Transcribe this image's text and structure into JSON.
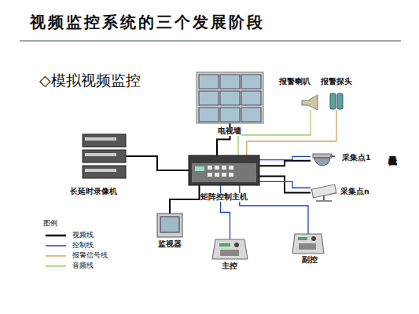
{
  "diagram": {
    "title": "视频监控系统的三个发展阶段",
    "nodes": [
      {
        "text": [
          "电视墙"
        ]
      },
      {
        "text": [
          "报警喇叭"
        ]
      },
      {
        "text": [
          "报警探头"
        ]
      },
      {
        "text": [
          "长延时录像机"
        ]
      },
      {
        "text": [
          "矩阵控制主机"
        ]
      },
      {
        "text": [
          "采集点1"
        ]
      },
      {
        "text": [
          "采集点n"
        ]
      },
      {
        "text": [
          "监视器"
        ]
      },
      {
        "text": [
          "主控"
        ]
      },
      {
        "text": [
          "副控"
        ]
      }
    ],
    "edges": [
      {
        "from": 4,
        "to": 0,
        "arrow": "none"
      },
      {
        "from": 4,
        "to": 1,
        "arrow": "none"
      },
      {
        "from": 4,
        "to": 2,
        "arrow": "none"
      },
      {
        "from": 3,
        "to": 4,
        "arrow": "none"
      },
      {
        "from": 4,
        "to": 5,
        "arrow": "none"
      },
      {
        "from": 4,
        "to": 5,
        "arrow": "none"
      },
      {
        "from": 4,
        "to": 6,
        "arrow": "none"
      },
      {
        "from": 4,
        "to": 6,
        "arrow": "none"
      },
      {
        "from": 4,
        "to": 7,
        "arrow": "none"
      },
      {
        "from": 4,
        "to": 8,
        "arrow": "none"
      },
      {
        "from": 4,
        "to": 9,
        "arrow": "none"
      }
    ],
    "labels": [
      "◇模拟视频监控",
      "摄像机及云台",
      "图例"
    ],
    "legend": [
      {
        "text": "视频线"
      },
      {
        "text": "控制线"
      },
      {
        "text": "报警信号线"
      },
      {
        "text": "音频线"
      }
    ]
  }
}
